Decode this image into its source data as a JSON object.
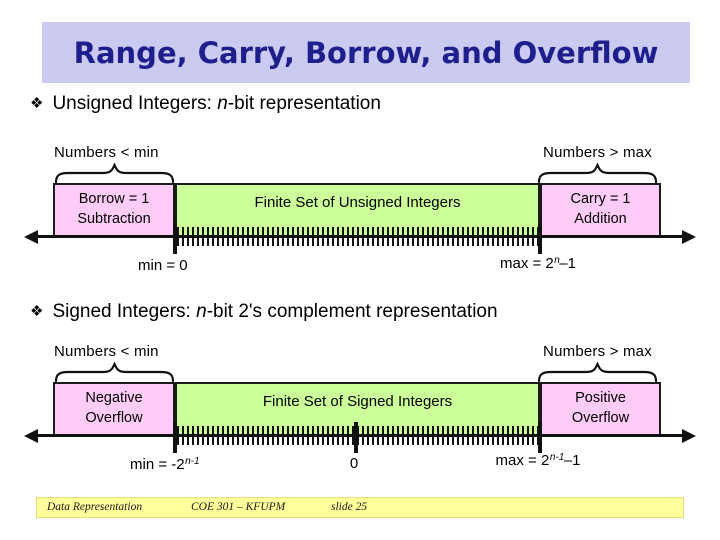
{
  "title": "Range, Carry, Borrow, and Overflow",
  "bullets": [
    {
      "marker": "❖",
      "prefix": "Unsigned Integers: ",
      "emph": "n",
      "suffix": "-bit representation"
    },
    {
      "marker": "❖",
      "prefix": "Signed Integers: ",
      "emph": "n",
      "suffix": "-bit 2's complement representation"
    }
  ],
  "diagrams": [
    {
      "left_label": "Numbers < min",
      "right_label": "Numbers > max",
      "left_box": {
        "line1": "Borrow = 1",
        "line2": "Subtraction"
      },
      "center_box": "Finite Set of Unsigned Integers",
      "right_box": {
        "line1": "Carry = 1",
        "line2": "Addition"
      },
      "min_label": {
        "prefix": "min = 0",
        "sup": "",
        "suffix": ""
      },
      "max_label": {
        "prefix": "max = 2",
        "sup": "n",
        "suffix": "–1"
      }
    },
    {
      "left_label": "Numbers < min",
      "right_label": "Numbers > max",
      "left_box": {
        "line1": "Negative",
        "line2": "Overflow"
      },
      "center_box": "Finite Set of Signed Integers",
      "right_box": {
        "line1": "Positive",
        "line2": "Overflow"
      },
      "min_label": {
        "prefix": "min = -2",
        "sup": "n-1",
        "suffix": ""
      },
      "zero_label": "0",
      "max_label": {
        "prefix": "max = 2",
        "sup": "n-1",
        "suffix": "–1"
      }
    }
  ],
  "footer": {
    "left": "Data Representation",
    "center": "COE 301 – KFUPM",
    "right": "slide 25"
  },
  "colors": {
    "title_bg": "#CBCBF1",
    "title_text": "#1E1E8C",
    "box_pink": "#FFCCF7",
    "box_green": "#CCFE9A",
    "footer_bg": "#FFFF9C"
  }
}
